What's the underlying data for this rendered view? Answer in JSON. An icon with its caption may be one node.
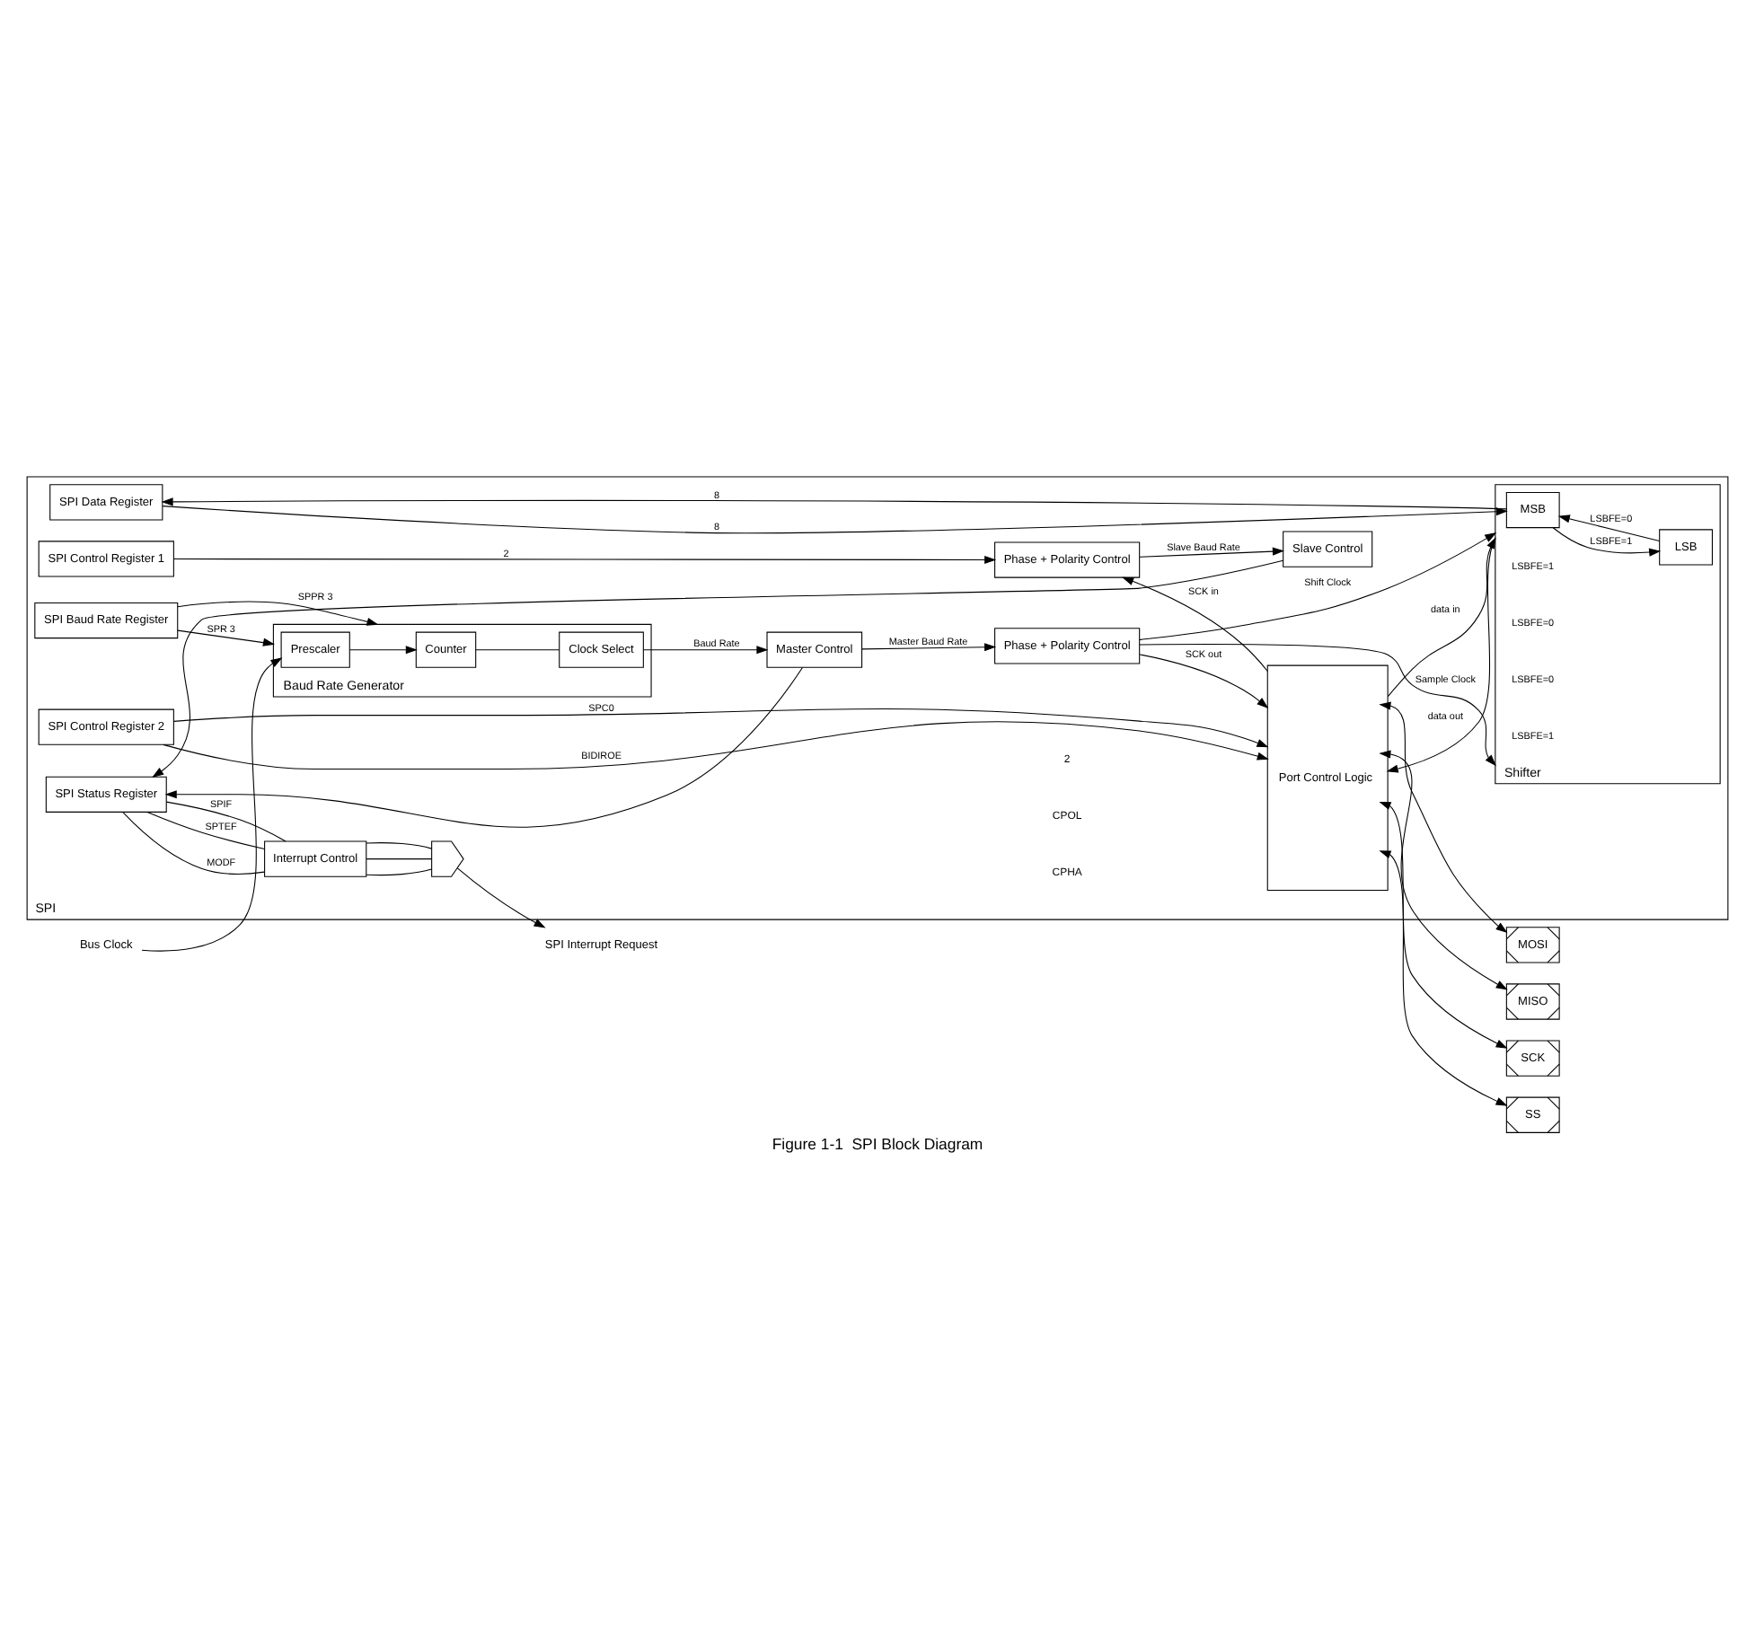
{
  "diagram": {
    "caption": "Figure 1-1  SPI Block Diagram",
    "nodes": [
      {
        "text": [
          "SPI"
        ]
      },
      {
        "text": [
          "SPI Control Register 1"
        ],
        "in": 0
      },
      {
        "text": [
          "SPI Control Register 2"
        ],
        "in": 0
      },
      {
        "text": [
          "SPI Status Register"
        ],
        "in": 0
      },
      {
        "text": [
          "Slave Control"
        ],
        "in": 0
      },
      {
        "text": [
          "Interrupt Control"
        ],
        "in": 0
      },
      {
        "text": [],
        "shape": "gate",
        "in": 0
      },
      {
        "text": [
          "Baud Rate Generator"
        ],
        "in": 0
      },
      {
        "text": [
          "Counter"
        ],
        "in": 7
      },
      {
        "text": [
          "Prescaler"
        ],
        "in": 7
      },
      {
        "text": [
          "Clock Select"
        ],
        "in": 7
      },
      {
        "text": [
          "SPI Baud Rate Register"
        ],
        "in": 0
      },
      {
        "text": [
          "Master Control"
        ],
        "in": 0
      },
      {
        "text": [
          "Phase + Polarity Control"
        ],
        "in": 0
      },
      {
        "text": [
          "Phase + Polarity Control"
        ],
        "in": 0
      },
      {
        "text": [
          "Port Control Logic"
        ],
        "in": 0
      },
      {
        "text": [
          "Shifter"
        ],
        "in": 0
      },
      {
        "text": [
          "MSB"
        ],
        "in": 16
      },
      {
        "text": [
          "LSB"
        ],
        "in": 16
      },
      {
        "text": [
          "SPI Data Register"
        ],
        "in": 0
      },
      {
        "text": [
          "MOSI"
        ]
      },
      {
        "text": [
          "MISO"
        ]
      },
      {
        "text": [
          "SCK"
        ]
      },
      {
        "text": [
          "SS"
        ]
      },
      {
        "text": [
          "SPI Interrupt Request"
        ]
      },
      {
        "text": [
          "Bus Clock"
        ]
      }
    ],
    "edges": [
      {
        "from": 1,
        "to": 13,
        "arrow": "to",
        "label": "2"
      },
      {
        "from": 2,
        "to": 15,
        "arrow": "to",
        "label": "BIDIROE"
      },
      {
        "from": 2,
        "to": 15,
        "arrow": "to",
        "label": "SPC0"
      },
      {
        "from": 4,
        "to": 3,
        "arrow": "to"
      },
      {
        "from": 12,
        "to": 3,
        "arrow": "to"
      },
      {
        "from": 3,
        "to": 5,
        "arrow": "none",
        "label": "SPIF"
      },
      {
        "from": 3,
        "to": 5,
        "arrow": "none",
        "label": "MODF"
      },
      {
        "from": 3,
        "to": 5,
        "arrow": "none",
        "label": "SPTEF"
      },
      {
        "from": 5,
        "to": 6,
        "arrow": "none"
      },
      {
        "from": 5,
        "to": 6,
        "arrow": "none"
      },
      {
        "from": 5,
        "to": 6,
        "arrow": "none"
      },
      {
        "from": 6,
        "to": 24,
        "arrow": "to"
      },
      {
        "from": 25,
        "to": 9,
        "arrow": "to"
      },
      {
        "from": 9,
        "to": 8,
        "arrow": "to"
      },
      {
        "from": 8,
        "to": 10,
        "arrow": "none"
      },
      {
        "from": 10,
        "to": 12,
        "arrow": "to",
        "label": "Baud Rate"
      },
      {
        "from": 11,
        "to": 7,
        "arrow": "to",
        "label": "SPPR 3"
      },
      {
        "from": 11,
        "to": 7,
        "arrow": "to",
        "label": "SPR 3"
      },
      {
        "from": 13,
        "to": 4,
        "arrow": "to",
        "label": "Slave Baud Rate"
      },
      {
        "from": 12,
        "to": 14,
        "arrow": "to",
        "label": "Master Baud Rate"
      },
      {
        "from": 15,
        "to": 13,
        "arrow": "to",
        "label": "SCK in"
      },
      {
        "from": 14,
        "to": 15,
        "arrow": "to",
        "label": "SCK out"
      },
      {
        "from": 14,
        "to": 16,
        "arrow": "to",
        "label": "Shift Clock"
      },
      {
        "from": 14,
        "to": 16,
        "arrow": "to",
        "label": "Sample Clock"
      },
      {
        "from": 15,
        "to": 16,
        "arrow": "to",
        "label": "data in"
      },
      {
        "from": 16,
        "to": 15,
        "arrow": "to",
        "label": "data out"
      },
      {
        "from": 19,
        "to": 17,
        "arrow": "to",
        "label": "8"
      },
      {
        "from": 17,
        "to": 19,
        "arrow": "to",
        "label": "8"
      },
      {
        "from": 17,
        "to": 18,
        "arrow": "to",
        "label": "LSBFE=1"
      },
      {
        "from": 18,
        "to": 17,
        "arrow": "to",
        "label": "LSBFE=0"
      },
      {
        "from": 15,
        "to": 20,
        "arrow": "both"
      },
      {
        "from": 15,
        "to": 21,
        "arrow": "both"
      },
      {
        "from": 15,
        "to": 22,
        "arrow": "both"
      },
      {
        "from": 15,
        "to": 23,
        "arrow": "both"
      }
    ],
    "labels": [
      "2",
      "CPOL",
      "CPHA",
      "LSBFE=1",
      "LSBFE=0",
      "LSBFE=0",
      "LSBFE=1"
    ]
  }
}
